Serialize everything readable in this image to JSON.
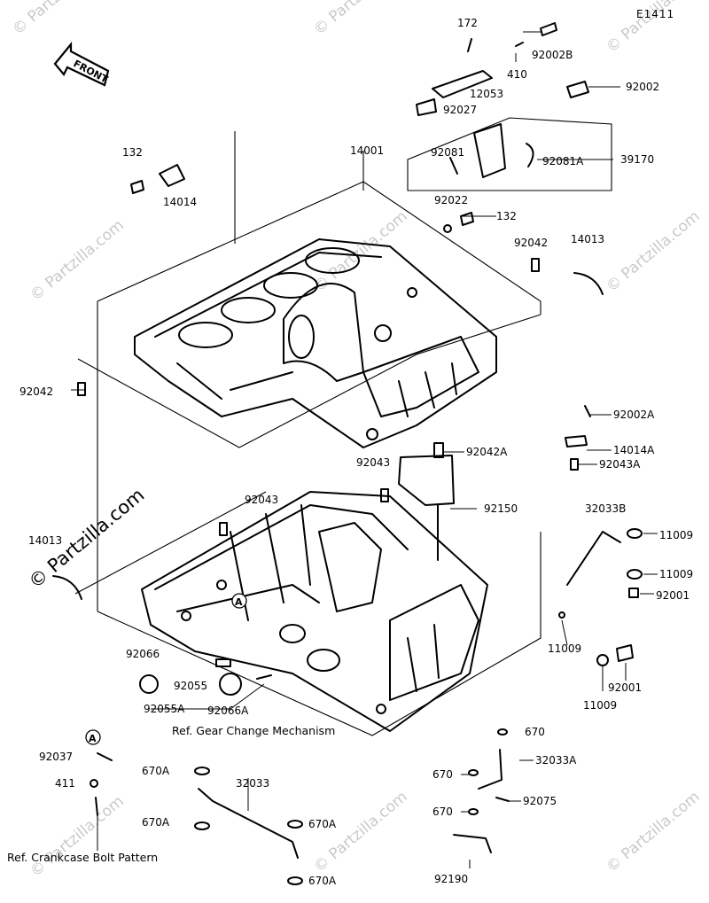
{
  "diagram_code": "E1411",
  "front_arrow_text": "FRONT",
  "watermark_text": "© Partzilla.com",
  "callout_letter": "A",
  "part_labels": {
    "p172": "172",
    "p92002B": "92002B",
    "p410": "410",
    "p12053": "12053",
    "p92027": "92027",
    "p92002": "92002",
    "p132a": "132",
    "p14014": "14014",
    "p14001": "14001",
    "p92081": "92081",
    "p92081A": "92081A",
    "p39170": "39170",
    "p92022": "92022",
    "p132b": "132",
    "p92042a": "92042",
    "p14013a": "14013",
    "p92042b": "92042",
    "p92002A": "92002A",
    "p14014A": "14014A",
    "p92043a": "92043",
    "p92042A": "92042A",
    "p92043A": "92043A",
    "p92043b": "92043",
    "p92150": "92150",
    "p32033B": "32033B",
    "p11009a": "11009",
    "p14013b": "14013",
    "p11009b": "11009",
    "p92001a": "92001",
    "p11009c": "11009",
    "p92066": "92066",
    "p92055": "92055",
    "p92055A": "92055A",
    "p92066A": "92066A",
    "p11009d": "11009",
    "p92001b": "92001",
    "p670a": "670",
    "p92037": "92037",
    "p32033A": "32033A",
    "p670A1": "670A",
    "p32033": "32033",
    "p670b": "670",
    "p411": "411",
    "p92075": "92075",
    "p670A2": "670A",
    "p670A3": "670A",
    "p670c": "670",
    "p670A4": "670A",
    "p92190": "92190"
  },
  "refs": {
    "gear_change": "Ref. Gear Change Mechanism",
    "bolt_pattern": "Ref. Crankcase Bolt Pattern"
  }
}
